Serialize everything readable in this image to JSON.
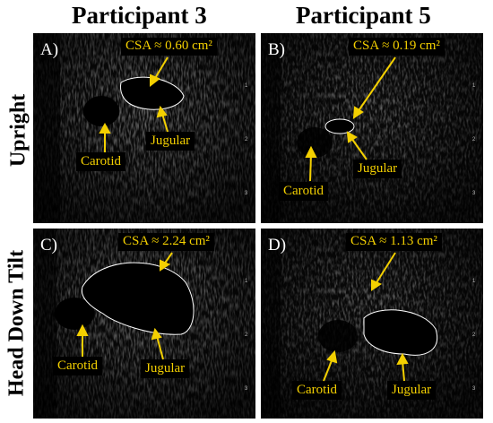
{
  "columns": [
    "Participant 3",
    "Participant 5"
  ],
  "rows": [
    "Upright",
    "Head Down Tilt"
  ],
  "panels": {
    "A": {
      "letter": "A)",
      "csa": "CSA ≈ 0.60 cm²",
      "carotid": "Carotid",
      "jugular": "Jugular"
    },
    "B": {
      "letter": "B)",
      "csa": "CSA ≈ 0.19 cm²",
      "carotid": "Carotid",
      "jugular": "Jugular"
    },
    "C": {
      "letter": "C)",
      "csa": "CSA ≈ 2.24 cm²",
      "carotid": "Carotid",
      "jugular": "Jugular"
    },
    "D": {
      "letter": "D)",
      "csa": "CSA ≈ 1.13 cm²",
      "carotid": "Carotid",
      "jugular": "Jugular"
    }
  },
  "colors": {
    "annotation": "#f4d000",
    "outline": "#ffffff",
    "background": "#000000"
  }
}
